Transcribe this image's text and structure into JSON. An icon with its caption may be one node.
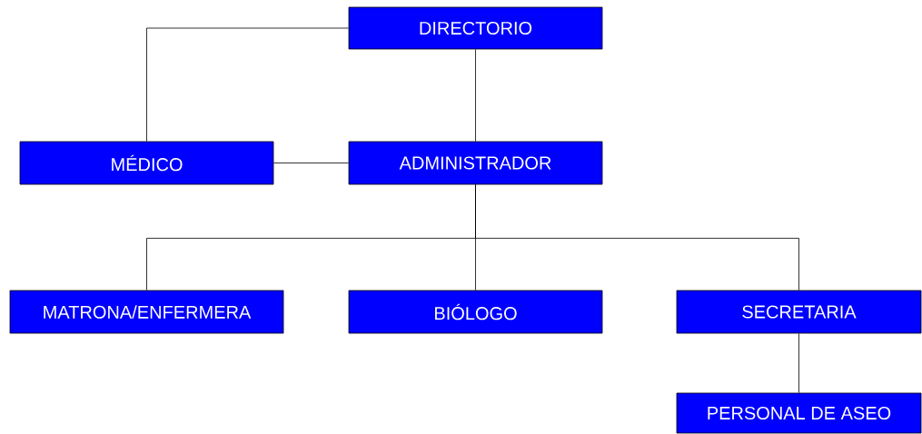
{
  "diagram": {
    "nodes": [
      {
        "text": [
          "DIRECTORIO"
        ]
      },
      {
        "text": [
          "MÉDICO"
        ]
      },
      {
        "text": [
          "ADMINISTRADOR"
        ]
      },
      {
        "text": [
          "MATRONA/ENFERMERA"
        ]
      },
      {
        "text": [
          "BIÓLOGO"
        ]
      },
      {
        "text": [
          "SECRETARIA"
        ]
      },
      {
        "text": [
          "PERSONAL DE ASEO"
        ]
      }
    ],
    "edges": [
      {
        "from": 0,
        "to": 1,
        "arrow": "none"
      },
      {
        "from": 0,
        "to": 2,
        "arrow": "none"
      },
      {
        "from": 1,
        "to": 2,
        "arrow": "none"
      },
      {
        "from": 2,
        "to": 3,
        "arrow": "none"
      },
      {
        "from": 2,
        "to": 4,
        "arrow": "none"
      },
      {
        "from": 2,
        "to": 5,
        "arrow": "none"
      },
      {
        "from": 5,
        "to": 6,
        "arrow": "none"
      }
    ]
  }
}
